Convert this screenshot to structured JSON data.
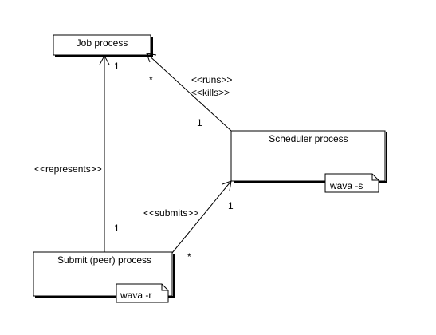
{
  "nodes": {
    "job": {
      "label": "Job process"
    },
    "scheduler": {
      "label": "Scheduler process",
      "note": "wava -s"
    },
    "submit": {
      "label": "Submit (peer) process",
      "note": "wava -r"
    }
  },
  "edges": {
    "scheduler_job": {
      "stereotype_1": "<<runs>>",
      "stereotype_2": "<<kills>>",
      "mult_job": "*",
      "mult_scheduler": "1"
    },
    "submit_job": {
      "stereotype": "<<represents>>",
      "mult_job": "1",
      "mult_submit": "1"
    },
    "submit_scheduler": {
      "stereotype": "<<submits>>",
      "mult_scheduler": "1",
      "mult_submit": "*"
    }
  }
}
